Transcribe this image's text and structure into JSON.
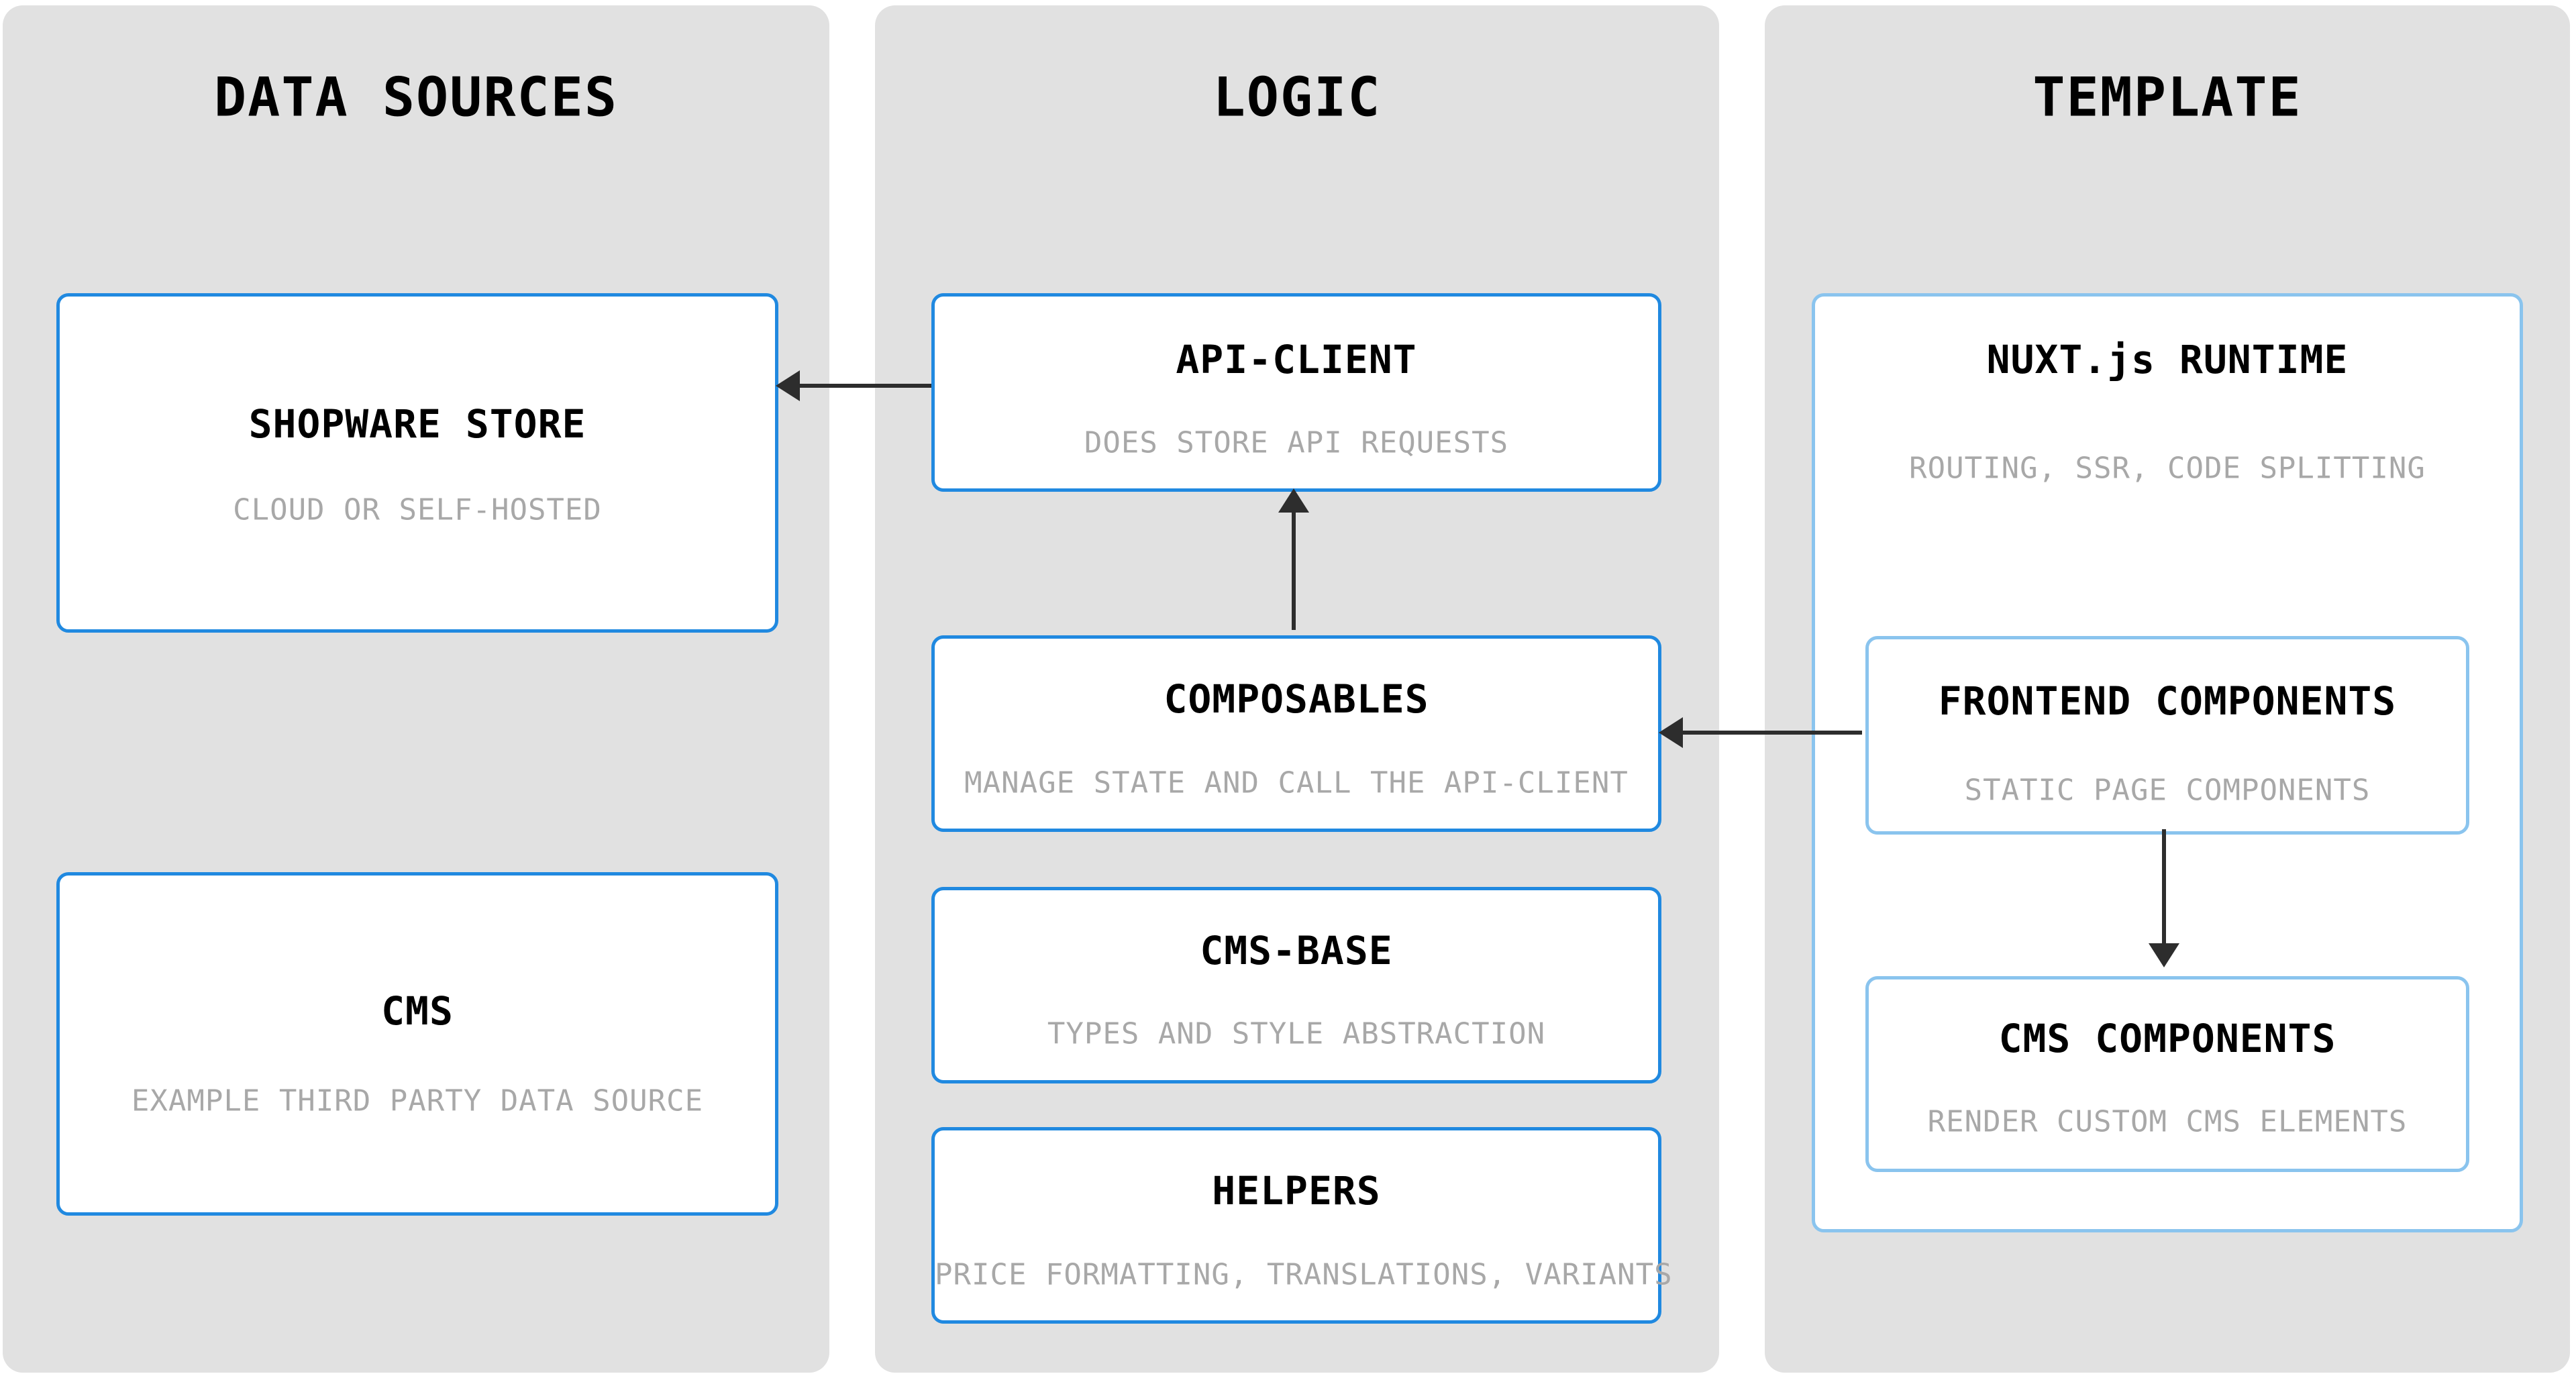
{
  "colors": {
    "page_bg": "#ffffff",
    "column_bg": "#e1e1e1",
    "box_bg": "#ffffff",
    "box_border_strong": "#2089e0",
    "box_border_light": "#8ac4ee",
    "title": "#000000",
    "subtitle": "#a8a8a8",
    "arrow": "#2d2d2d"
  },
  "columns": [
    {
      "title": "DATA SOURCES",
      "boxes": [
        {
          "title": "SHOPWARE STORE",
          "subtitle": "CLOUD OR SELF-HOSTED"
        },
        {
          "title": "CMS",
          "subtitle": "EXAMPLE THIRD PARTY DATA SOURCE"
        }
      ]
    },
    {
      "title": "LOGIC",
      "boxes": [
        {
          "title": "API-CLIENT",
          "subtitle": "DOES STORE API REQUESTS"
        },
        {
          "title": "COMPOSABLES",
          "subtitle": "MANAGE STATE AND CALL THE API-CLIENT"
        },
        {
          "title": "CMS-BASE",
          "subtitle": "TYPES AND STYLE ABSTRACTION"
        },
        {
          "title": "HELPERS",
          "subtitle": "PRICE FORMATTING, TRANSLATIONS, VARIANTS"
        }
      ]
    },
    {
      "title": "TEMPLATE",
      "boxes": [
        {
          "title": "NUXT.js RUNTIME",
          "subtitle": "ROUTING, SSR, CODE SPLITTING"
        },
        {
          "title": "FRONTEND COMPONENTS",
          "subtitle": "STATIC PAGE COMPONENTS"
        },
        {
          "title": "CMS COMPONENTS",
          "subtitle": "RENDER CUSTOM CMS ELEMENTS"
        }
      ]
    }
  ],
  "arrows": [
    {
      "from": "API-CLIENT",
      "to": "SHOPWARE STORE",
      "direction": "left"
    },
    {
      "from": "COMPOSABLES",
      "to": "API-CLIENT",
      "direction": "up"
    },
    {
      "from": "FRONTEND COMPONENTS",
      "to": "COMPOSABLES",
      "direction": "left"
    },
    {
      "from": "FRONTEND COMPONENTS",
      "to": "CMS COMPONENTS",
      "direction": "down"
    }
  ]
}
